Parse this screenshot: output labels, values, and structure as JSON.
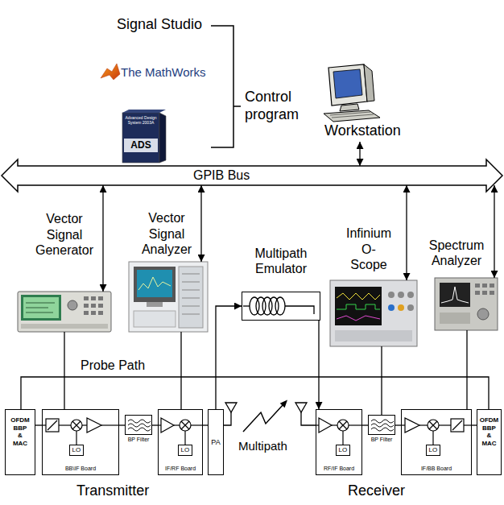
{
  "diagram": {
    "nodes": [
      {
        "text": [
          "Workstation"
        ]
      },
      {
        "text": [
          "GPIB Bus"
        ]
      },
      {
        "text": [
          "Vector Signal Generator"
        ]
      },
      {
        "text": [
          "Vector Signal Analyzer"
        ]
      },
      {
        "text": [
          "Multipath Emulator"
        ]
      },
      {
        "text": [
          "Infinium O-Scope"
        ]
      },
      {
        "text": [
          "Spectrum Analyzer"
        ]
      },
      {
        "text": [
          "OFDM BBP & MAC"
        ]
      },
      {
        "text": [
          "BB\\IF Board"
        ]
      },
      {
        "text": [
          "LO"
        ],
        "in": 8
      },
      {
        "text": [
          "BP Filter"
        ]
      },
      {
        "text": [
          "IF/RF Board"
        ]
      },
      {
        "text": [
          "LO"
        ],
        "in": 11
      },
      {
        "text": [
          "PA"
        ]
      },
      {
        "text": [
          "RF/IF Board"
        ]
      },
      {
        "text": [
          "LO"
        ],
        "in": 14
      },
      {
        "text": [
          "BP Filter"
        ]
      },
      {
        "text": [
          "IF/BB Board"
        ]
      },
      {
        "text": [
          "LO"
        ],
        "in": 17
      },
      {
        "text": [
          "OFDM BBP & MAC"
        ]
      }
    ],
    "edges": [
      {
        "from": 0,
        "to": 1,
        "arrow": "both"
      },
      {
        "from": 1,
        "to": 2,
        "arrow": "both"
      },
      {
        "from": 1,
        "to": 3,
        "arrow": "both"
      },
      {
        "from": 1,
        "to": 5,
        "arrow": "both"
      },
      {
        "from": 1,
        "to": 6,
        "arrow": "both"
      },
      {
        "from": 7,
        "to": 8,
        "arrow": "none"
      },
      {
        "from": 8,
        "to": 10,
        "arrow": "none"
      },
      {
        "from": 10,
        "to": 11,
        "arrow": "none"
      },
      {
        "from": 11,
        "to": 13,
        "arrow": "none"
      },
      {
        "from": 13,
        "to": 4,
        "arrow": "to"
      },
      {
        "from": 4,
        "to": 14,
        "arrow": "to"
      },
      {
        "from": 14,
        "to": 16,
        "arrow": "none"
      },
      {
        "from": 16,
        "to": 17,
        "arrow": "none"
      },
      {
        "from": 17,
        "to": 19,
        "arrow": "none"
      },
      {
        "from": 2,
        "to": 8,
        "arrow": "none"
      },
      {
        "from": 3,
        "to": 11,
        "arrow": "none"
      },
      {
        "from": 5,
        "to": 16,
        "arrow": "none"
      },
      {
        "from": 6,
        "to": 17,
        "arrow": "none"
      },
      {
        "from": 7,
        "to": 19,
        "arrow": "none"
      }
    ],
    "labels": [
      "Signal Studio",
      "The MathWorks",
      "Advanced Design System 2003A",
      "ADS",
      "Control program",
      "Probe Path",
      "Multipath",
      "Transmitter",
      "Receiver"
    ]
  }
}
